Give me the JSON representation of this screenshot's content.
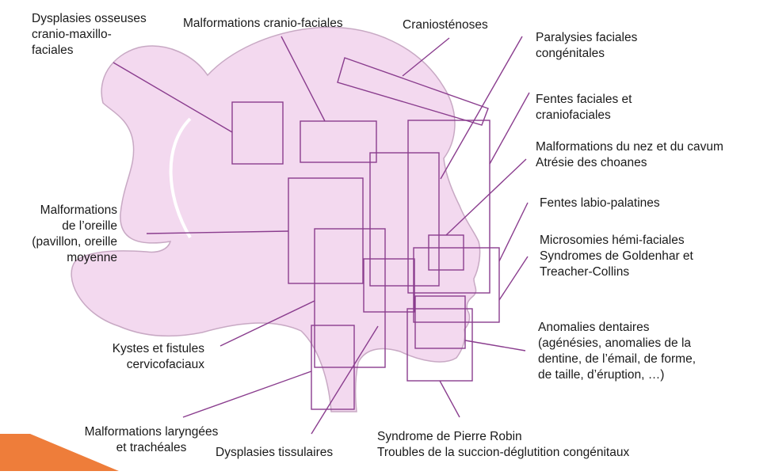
{
  "colors": {
    "head_fill": "#f3d9ef",
    "head_stroke": "#c8a9c4",
    "box_stroke": "#8a3d8e",
    "line_stroke": "#8a3d8e",
    "accent_corner": "#ee7d3a",
    "text": "#1a1a1a"
  },
  "labels": {
    "dysplasies_osseuses": "Dysplasies osseuses\ncranio-maxillo-\nfaciales",
    "malformations_cranio_faciales": "Malformations cranio-faciales",
    "craniostenoses": "Craniosténoses",
    "paralysies_faciales": "Paralysies faciales\ncongénitales",
    "fentes_faciales": "Fentes faciales et\ncraniofaciales",
    "malformations_nez": "Malformations du nez et du cavum\nAtrésie des choanes",
    "fentes_labio": "Fentes labio-palatines",
    "microsomies": "Microsomies hémi-faciales\nSyndromes de Goldenhar et\nTreacher-Collins",
    "malformations_oreille": "Malformations\nde l’oreille\n(pavillon, oreille\nmoyenne",
    "anomalies_dentaires": "Anomalies dentaires\n(agénésies, anomalies de la\ndentine, de l’émail, de forme,\nde taille, d’éruption, …)",
    "kystes": "Kystes et fistules\ncervicofaciaux",
    "malformations_laryngees": "Malformations laryngées\net trachéales",
    "dysplasies_tissulaires": "Dysplasies tissulaires",
    "pierre_robin": "Syndrome de Pierre Robin\nTroubles de la succion-déglutition congénitaux"
  }
}
